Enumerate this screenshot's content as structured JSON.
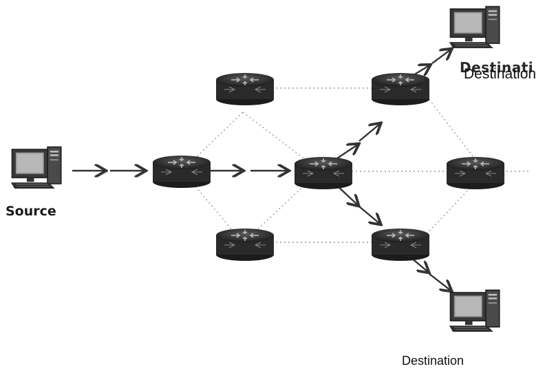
{
  "labels": {
    "source": "Source",
    "destination_top_partial": "Destinati",
    "destination_top": "Destination",
    "destination_bottom": "Destination"
  },
  "icons": {
    "computer": "desktop-computer-icon",
    "router": "router-icon"
  },
  "colors": {
    "router_body": "#2b2b2b",
    "arrow": "#3a3a3a",
    "link_dotted": "#9a9a9a"
  },
  "flows": [
    {
      "from": "source",
      "to": "r-left"
    },
    {
      "from": "r-left",
      "to": "r-center"
    },
    {
      "from": "r-center",
      "to": "r-right-top"
    },
    {
      "from": "r-right-top",
      "to": "destination-top"
    },
    {
      "from": "r-center",
      "to": "r-right-bottom"
    },
    {
      "from": "r-right-bottom",
      "to": "destination-bottom"
    }
  ]
}
